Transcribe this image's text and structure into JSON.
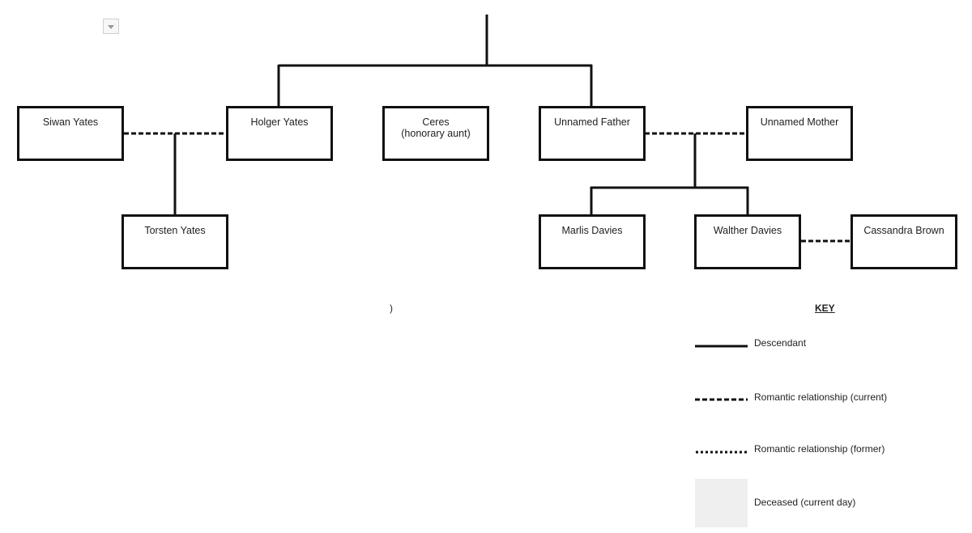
{
  "people": {
    "siwan": "Siwan Yates",
    "holger": "Holger Yates",
    "ceres_name": "Ceres",
    "ceres_note": "(honorary aunt)",
    "unnamed_father": "Unnamed Father",
    "unnamed_mother": "Unnamed Mother",
    "torsten": "Torsten Yates",
    "marlis": "Marlis Davies",
    "walther": "Walther Davies",
    "cassandra": "Cassandra Brown"
  },
  "stray_text": ")",
  "key": {
    "title": "KEY",
    "descendant": "Descendant",
    "romantic_current": "Romantic relationship (current)",
    "romantic_former": "Romantic relationship (former)",
    "deceased": "Deceased  (current day)"
  },
  "colors": {
    "line": "#111111",
    "deceased_swatch": "#efefef",
    "node_fill": "#ffffff"
  },
  "icons": {
    "dropdown": "chevron-down-icon"
  }
}
